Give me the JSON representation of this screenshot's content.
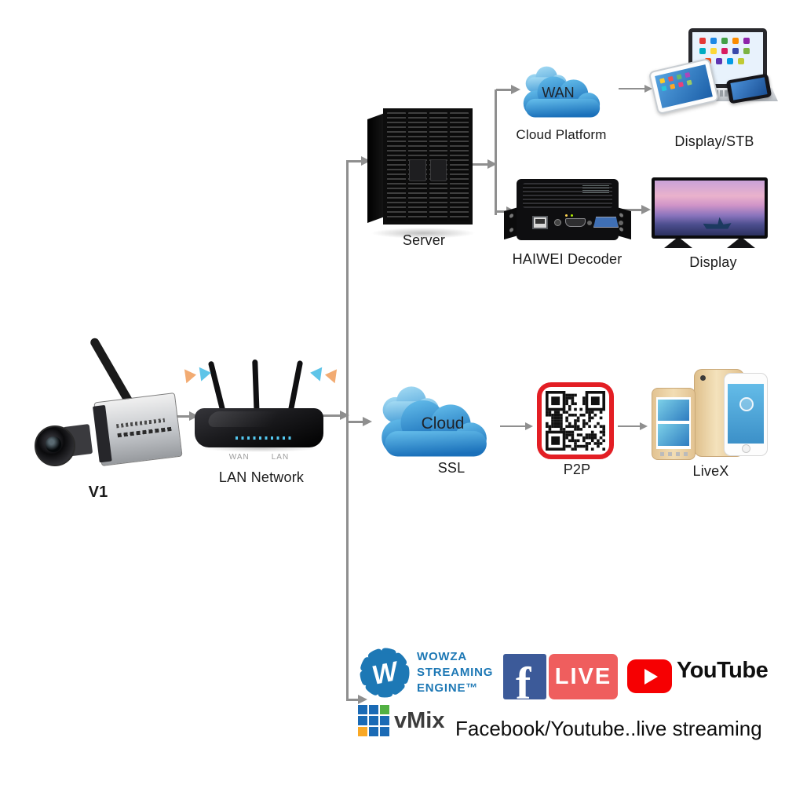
{
  "diagram": {
    "camera": {
      "label": "V1"
    },
    "router": {
      "label": "LAN Network",
      "wan_port": "WAN",
      "lan_port": "LAN"
    },
    "server": {
      "label": "Server"
    },
    "cloud_platform": {
      "cloud_text": "WAN",
      "label": "Cloud Platform"
    },
    "display_stb": {
      "label": "Display/STB"
    },
    "decoder": {
      "label": "HAIWEI Decoder"
    },
    "display_tv": {
      "label": "Display"
    },
    "ssl_cloud": {
      "cloud_text": "Cloud",
      "label": "SSL"
    },
    "p2p": {
      "label": "P2P"
    },
    "livex": {
      "label": "LiveX"
    },
    "wowza": {
      "monogram": "W",
      "line1": "WOWZA",
      "line2": "STREAMING",
      "line3": "ENGINE™"
    },
    "facebook": {
      "letter": "f"
    },
    "facebook_live": {
      "text": "LIVE"
    },
    "youtube": {
      "text": "YouTube"
    },
    "vmix": {
      "text": "vMix"
    },
    "caption": "Facebook/Youtube..live streaming"
  },
  "colors": {
    "arrow_gray": "#8f8f8f",
    "cloud_blue_top": "#66bfec",
    "cloud_blue_bottom": "#1a70ba",
    "wowza_blue": "#1d78b5",
    "facebook_blue": "#3c5a99",
    "live_red": "#ef5e5e",
    "youtube_red": "#f60002",
    "qr_border_red": "#e31e24",
    "vmix_blue": "#1a6ab5",
    "vmix_green": "#52b043",
    "vmix_orange": "#f9a825",
    "wifi_orange": "#f2ab72",
    "wifi_blue": "#5ec4e8"
  }
}
